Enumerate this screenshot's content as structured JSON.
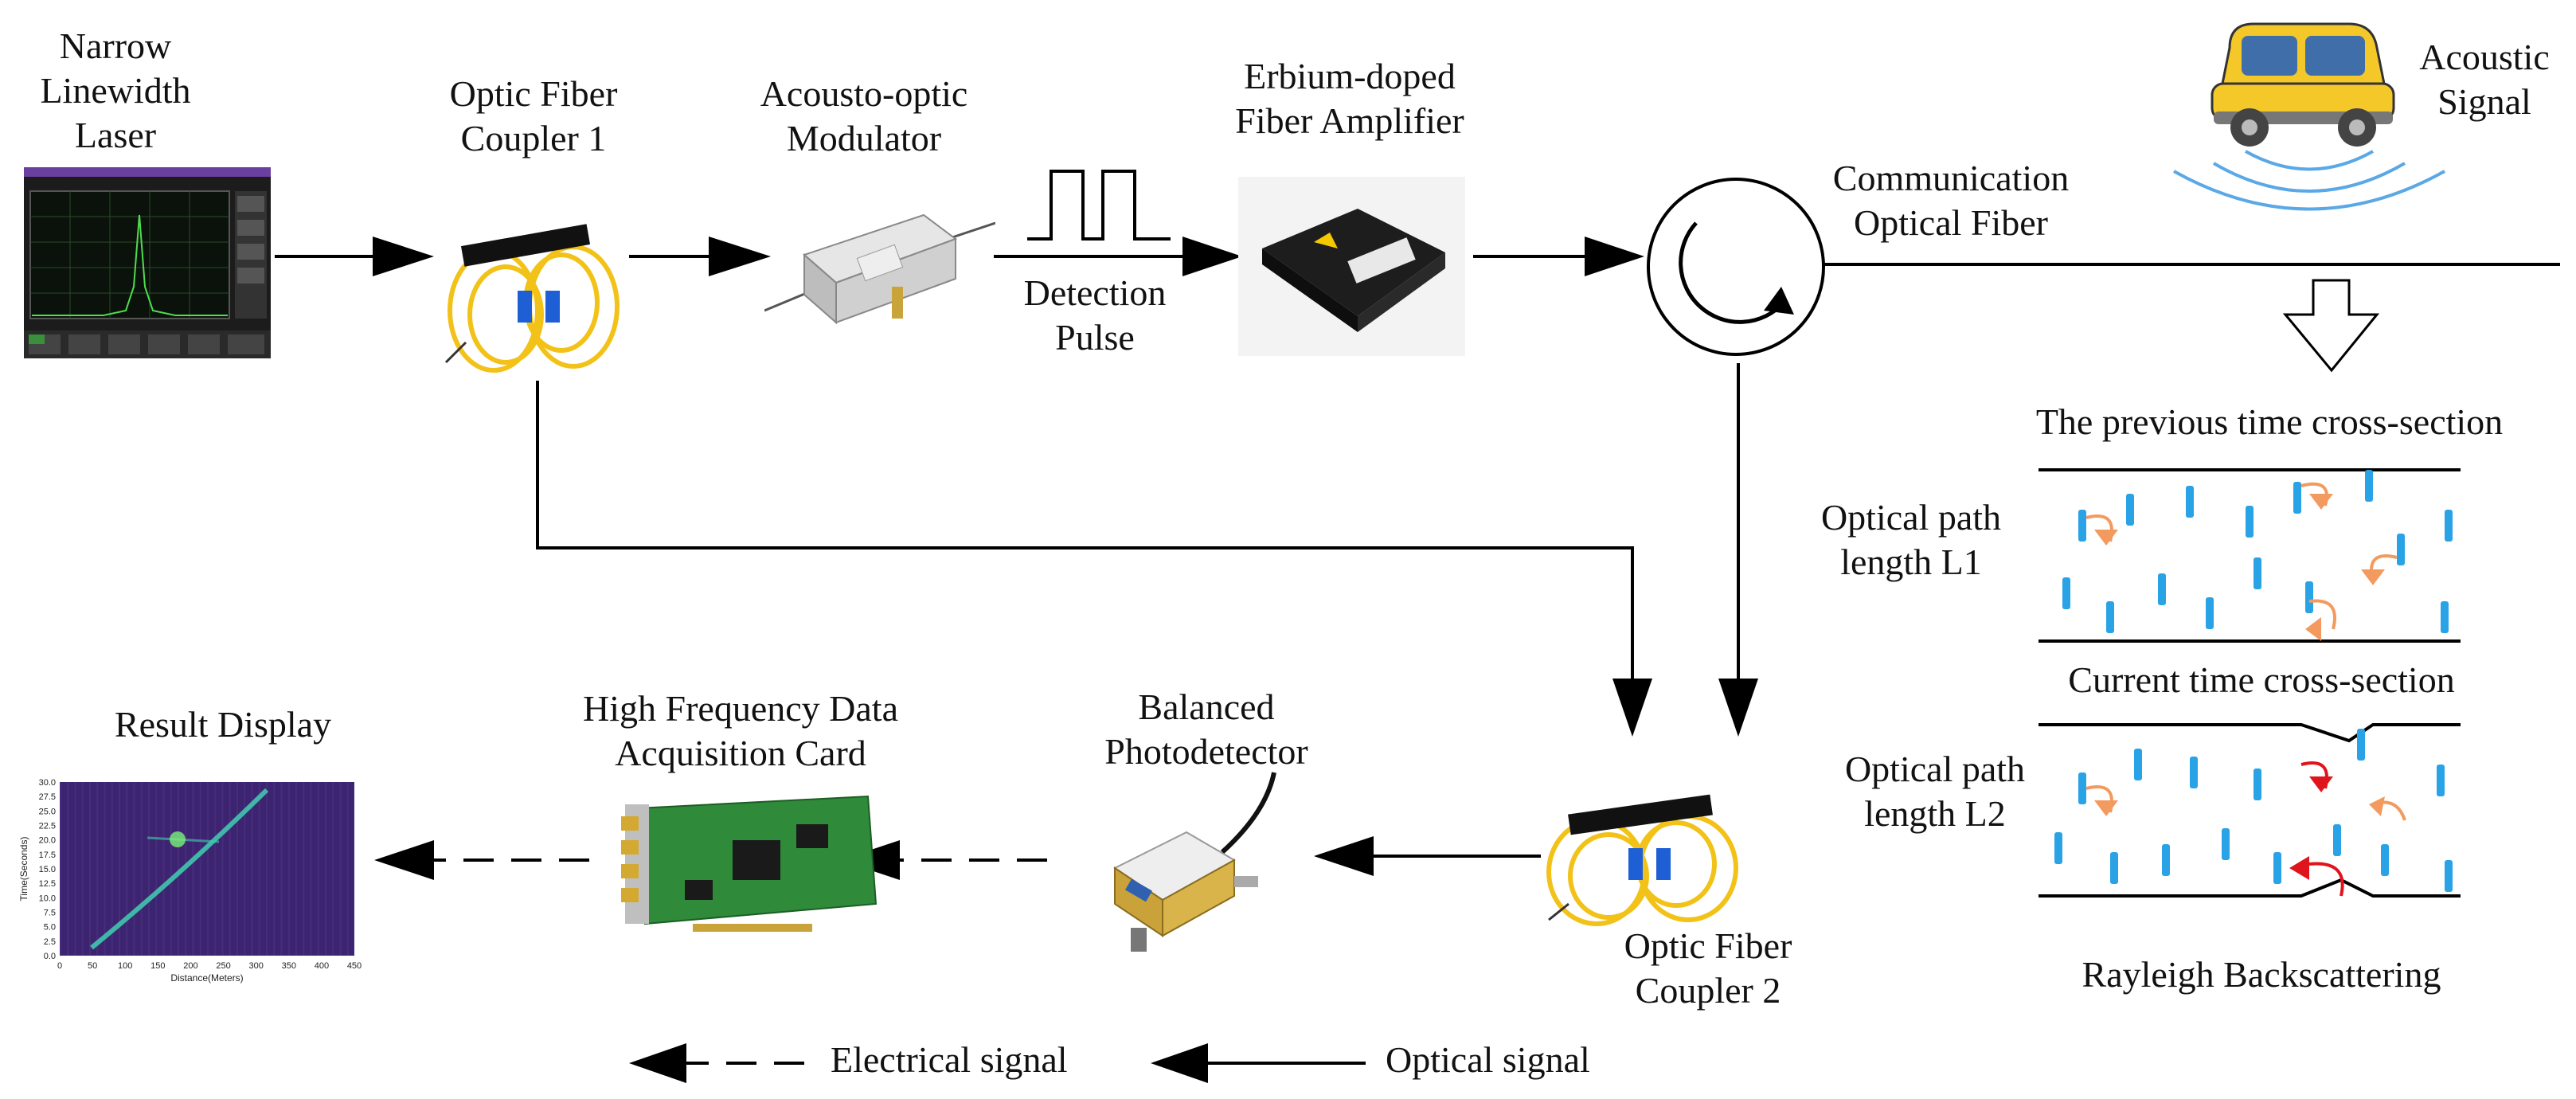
{
  "labels": {
    "laser": "Narrow\nLinewidth\nLaser",
    "coupler1": "Optic Fiber\nCoupler 1",
    "aom": "Acousto-optic\nModulator",
    "edfa": "Erbium-doped\nFiber Amplifier",
    "pulse": "Detection\nPulse",
    "comm_fiber": "Communication\nOptical Fiber",
    "acoustic": "Acoustic\nSignal",
    "prev_section": "The previous time cross-section",
    "path_l1": "Optical path\nlength L1",
    "current_section": "Current time cross-section",
    "path_l2": "Optical path\nlength L2",
    "rayleigh": "Rayleigh Backscattering",
    "coupler2": "Optic Fiber\nCoupler 2",
    "photodetector": "Balanced\nPhotodetector",
    "daq": "High Frequency Data\nAcquisition Card",
    "result": "Result Display"
  },
  "legend": {
    "electrical": "Electrical signal",
    "optical": "Optical signal"
  },
  "result_plot": {
    "ylabel": "Time(Seconds)",
    "xlabel": "Distance(Meters)",
    "yticks": [
      "30.0",
      "27.5",
      "25.0",
      "22.5",
      "20.0",
      "17.5",
      "15.0",
      "12.5",
      "10.0",
      "7.5",
      "5.0",
      "2.5",
      "0.0"
    ],
    "xticks": [
      "0",
      "50",
      "100",
      "150",
      "200",
      "250",
      "300",
      "350",
      "400",
      "450"
    ]
  },
  "colors": {
    "scatter_blue": "#29a3e6",
    "arrow_orange": "#f39a5e",
    "arrow_red": "#e0141c",
    "car_yellow": "#f5c82a",
    "wave_blue": "#5aa8e6",
    "pcb_green": "#2f8a3a",
    "plot_bg": "#3d2470",
    "plot_trace": "#3fd0b0"
  },
  "icons": [
    "laser-screen-icon",
    "fiber-coupler-icon",
    "modulator-icon",
    "edfa-icon",
    "circulator-icon",
    "car-icon",
    "photodetector-icon",
    "daq-card-icon"
  ]
}
